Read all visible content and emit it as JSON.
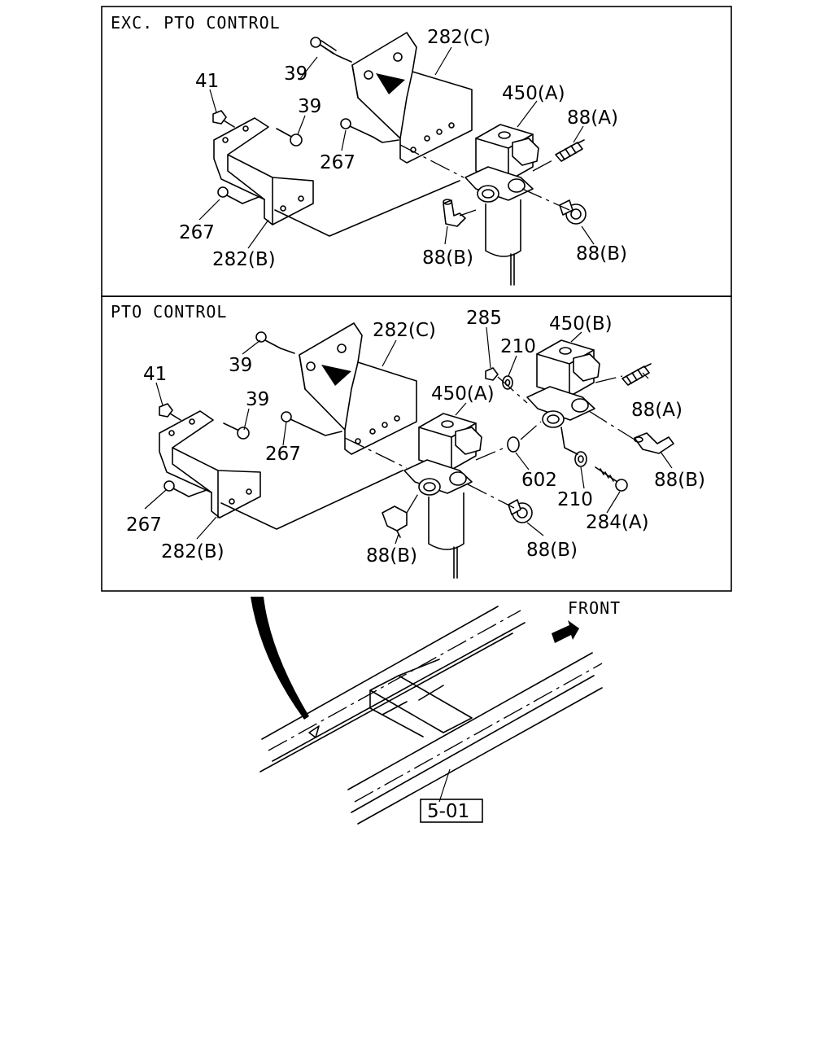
{
  "panels": {
    "top": {
      "title": "EXC. PTO CONTROL",
      "labels": {
        "p282c": "282(C)",
        "p39a": "39",
        "p41": "41",
        "p39b": "39",
        "p450a": "450(A)",
        "p88a": "88(A)",
        "p267a": "267",
        "p267b": "267",
        "p282b": "282(B)",
        "p88b_left": "88(B)",
        "p88b_right": "88(B)"
      }
    },
    "bottom": {
      "title": "PTO CONTROL",
      "labels": {
        "p282c": "282(C)",
        "p285": "285",
        "p450b": "450(B)",
        "p39a": "39",
        "p210a": "210",
        "p41": "41",
        "p39b": "39",
        "p450a": "450(A)",
        "p88a": "88(A)",
        "p267a": "267",
        "p602": "602",
        "p88b_right": "88(B)",
        "p267b": "267",
        "p210b": "210",
        "p284a": "284(A)",
        "p282b": "282(B)",
        "p88b_left": "88(B)",
        "p88b_mid": "88(B)"
      }
    }
  },
  "chassis": {
    "front_label": "FRONT",
    "reference": "5-01"
  }
}
